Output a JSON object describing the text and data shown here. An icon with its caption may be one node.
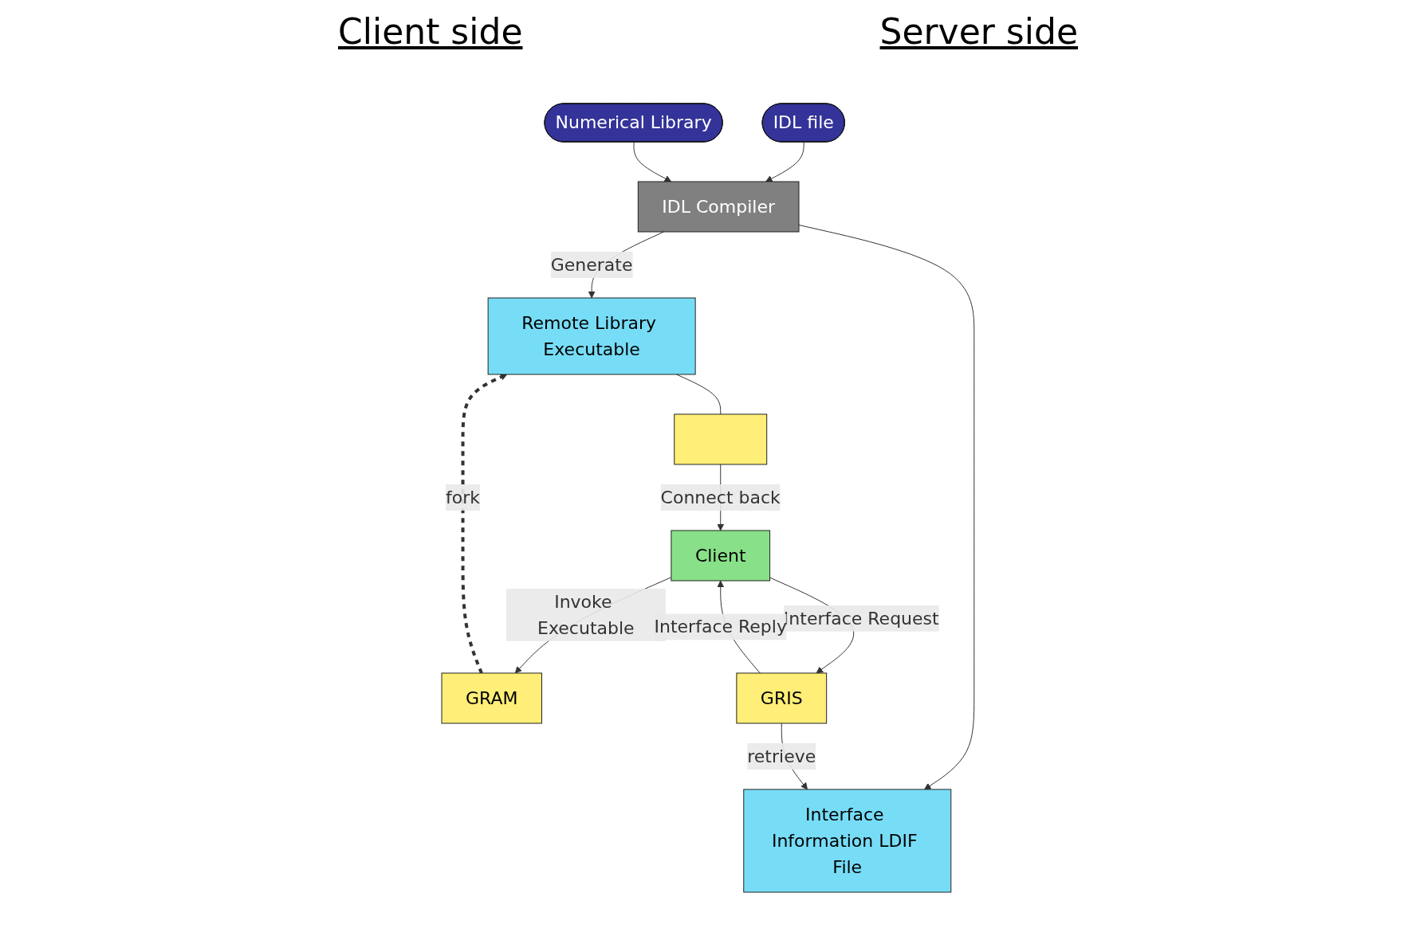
{
  "diagram": {
    "nodes": [
      {
        "text": [
          "IDL file"
        ]
      },
      {
        "text": [
          "Numerical Library"
        ]
      },
      {
        "text": [
          "Client"
        ]
      },
      {
        "text": [
          "IDL Compiler"
        ]
      },
      {
        "text": [],
        "shape": "box"
      },
      {
        "text": [
          "GRAM"
        ]
      },
      {
        "text": [
          "Remote Library Executable"
        ]
      },
      {
        "text": [
          "GRIS"
        ]
      },
      {
        "text": [
          "Interface Information LDIF File"
        ]
      }
    ],
    "edges": [
      {
        "from": 0,
        "to": 3,
        "arrow": "to"
      },
      {
        "from": 1,
        "to": 3,
        "arrow": "to"
      },
      {
        "from": 3,
        "to": 6,
        "arrow": "to",
        "label": "Generate"
      },
      {
        "from": 3,
        "to": 8,
        "arrow": "to"
      },
      {
        "from": 6,
        "to": 4,
        "arrow": "none"
      },
      {
        "from": 4,
        "to": 2,
        "arrow": "to",
        "label": "Connect back"
      },
      {
        "from": 2,
        "to": 5,
        "arrow": "to",
        "label": "Invoke Executable"
      },
      {
        "from": 5,
        "to": 6,
        "arrow": "to",
        "label": "fork",
        "style": "dashed"
      },
      {
        "from": 2,
        "to": 7,
        "arrow": "to",
        "label": "Interface Request"
      },
      {
        "from": 7,
        "to": 2,
        "arrow": "to",
        "label": "Interface Reply"
      },
      {
        "from": 7,
        "to": 8,
        "arrow": "to",
        "label": "retrieve"
      }
    ],
    "labels": [
      "Client side",
      "Server side"
    ]
  }
}
